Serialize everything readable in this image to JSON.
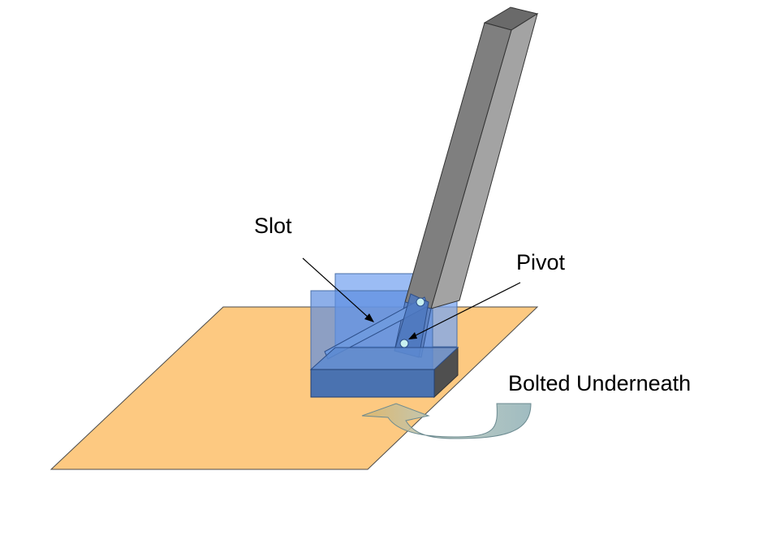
{
  "labels": {
    "slot": "Slot",
    "pivot": "Pivot",
    "bolted": "Bolted Underneath"
  },
  "colors": {
    "plate": "#FDC981",
    "plate_edge": "#4a4a4a",
    "post_front": "#7f7f7f",
    "post_side": "#a2a2a2",
    "post_top": "#666666",
    "block_front": "#4a72b0",
    "block_side": "#5a5a5a",
    "block_glass": "#6a9ae8",
    "block_glass_light": "#8fb8f4",
    "pin": "#c8f0f0",
    "arrow_fill": "#8fb0b6"
  }
}
